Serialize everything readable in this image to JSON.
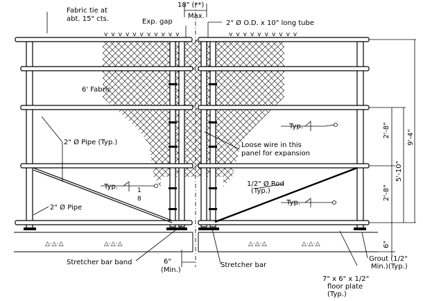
{
  "labels": {
    "fabric_tie": "Fabric tie at",
    "fabric_tie_2": "abt. 15\" cts.",
    "exp_gap": "Exp. gap",
    "dim_18": "18\" (**)",
    "max": "Max.",
    "tube": "2\" Ø O.D. x 10\" long tube",
    "fabric": "6' Fabric",
    "pipe_typ": "2\" Ø Pipe (Typ.)",
    "typ_right": "Typ.",
    "loose_wire_1": "Loose wire in this",
    "loose_wire_2": "panel for expansion",
    "typ_left": "Typ.",
    "weld_1": "1",
    "weld_8": "8",
    "rod_1": "1/2\" Ø Rod",
    "rod_2": "(Typ.)",
    "typ_rod": "Typ.",
    "pipe": "2\" Ø Pipe",
    "dim_2_8_top": "2'-8\"",
    "dim_2_8_bot": "2'-8\"",
    "dim_5_10": "5'-10\"",
    "dim_9_4": "9'-4\"",
    "dim_6_right": "6\"",
    "stretcher_band": "Stretcher bar band",
    "dim_6_min": "6\"",
    "min": "(Min.)",
    "stretcher_bar": "Stretcher bar",
    "grout_1": "Grout (1/2\"",
    "grout_2": "Min.)(Typ.)",
    "plate_1": "7\" x 6\" x 1/2\"",
    "plate_2": "floor plate",
    "plate_3": "(Typ.)"
  }
}
